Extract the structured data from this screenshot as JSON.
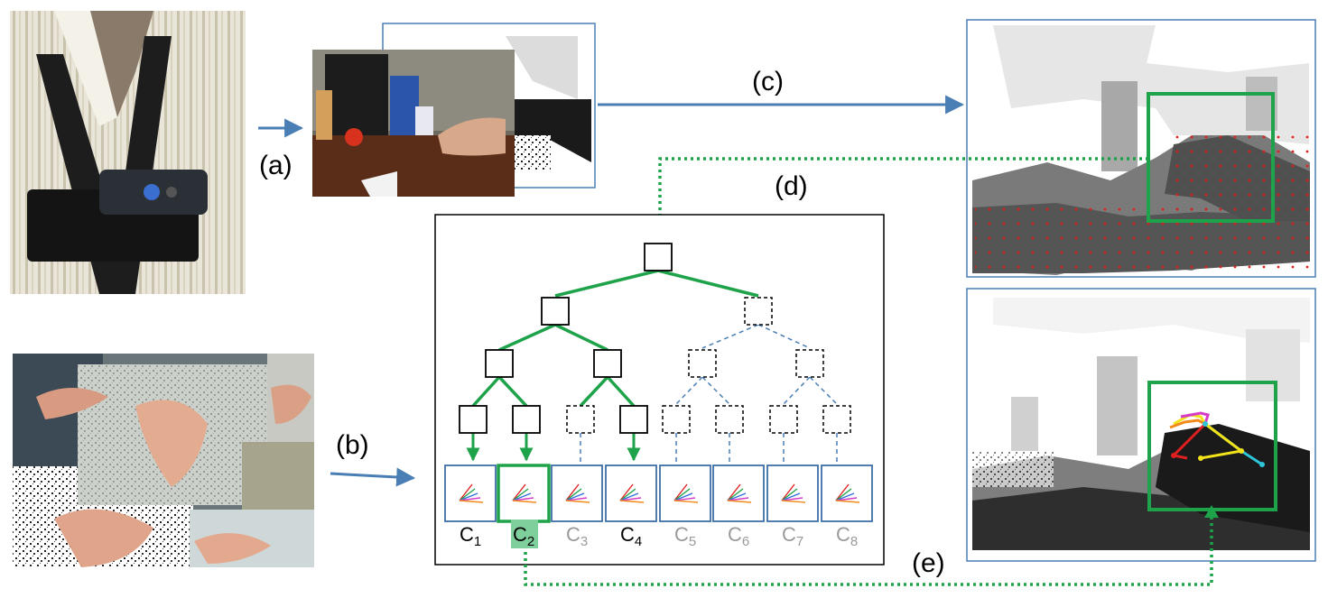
{
  "step_labels": {
    "a": "(a)",
    "b": "(b)",
    "c": "(c)",
    "d": "(d)",
    "e": "(e)"
  },
  "classes": [
    {
      "letter": "C",
      "index": "1",
      "active": true,
      "selected": false
    },
    {
      "letter": "C",
      "index": "2",
      "active": true,
      "selected": true
    },
    {
      "letter": "C",
      "index": "3",
      "active": false,
      "selected": false
    },
    {
      "letter": "C",
      "index": "4",
      "active": true,
      "selected": false
    },
    {
      "letter": "C",
      "index": "5",
      "active": false,
      "selected": false
    },
    {
      "letter": "C",
      "index": "6",
      "active": false,
      "selected": false
    },
    {
      "letter": "C",
      "index": "7",
      "active": false,
      "selected": false
    },
    {
      "letter": "C",
      "index": "8",
      "active": false,
      "selected": false
    }
  ],
  "colors": {
    "active_path": "#1ea34a",
    "inactive_path": "#4a7fb5",
    "arrow": "#4a7fb5",
    "inactive_text": "#9a9a9a",
    "selected_fill": "#7fcf9c",
    "keypoint": "#e02020",
    "frame": "#3d6ea8"
  }
}
